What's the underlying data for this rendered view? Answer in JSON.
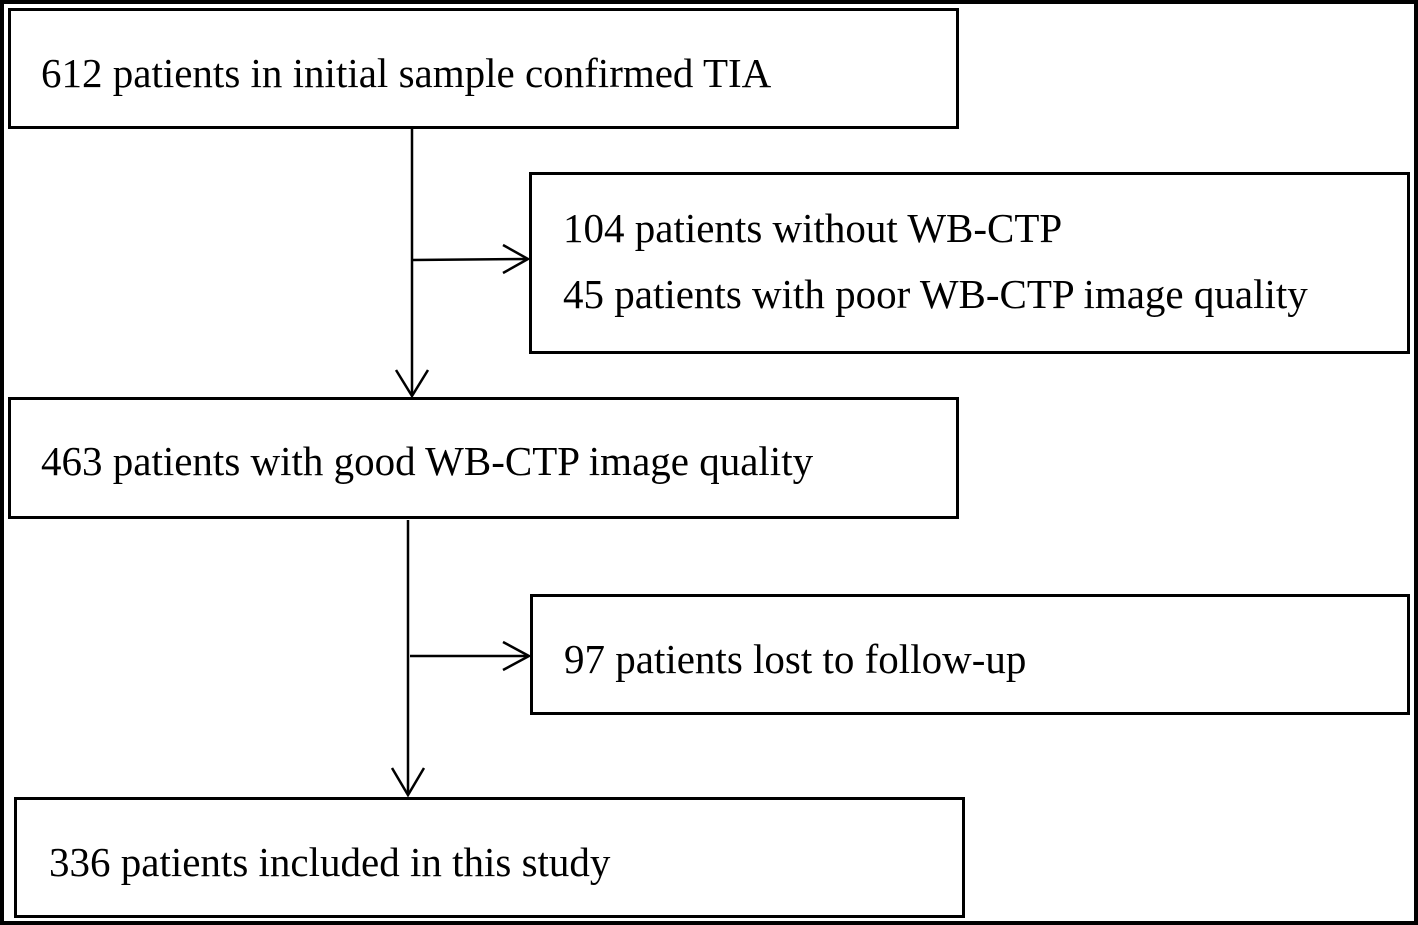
{
  "flowchart": {
    "initial": {
      "text": "612 patients in initial sample confirmed TIA"
    },
    "excluded_first": {
      "lines": [
        "104 patients without WB-CTP",
        "45 patients with poor WB-CTP image quality"
      ]
    },
    "good_quality": {
      "text": "463 patients with good WB-CTP image quality"
    },
    "excluded_second": {
      "text": "97 patients lost to follow-up"
    },
    "included": {
      "text": "336 patients included in this study"
    }
  }
}
